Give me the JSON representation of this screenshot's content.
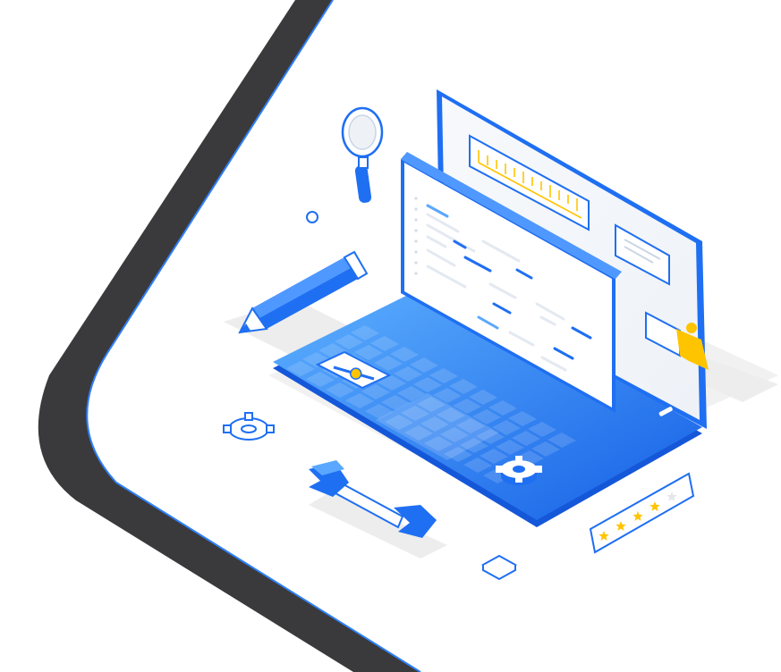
{
  "illustration": {
    "colors": {
      "band_dark": "#3a3a3c",
      "band_edge": "#2f80ff",
      "blue_primary": "#1f6ff2",
      "blue_light": "#5aa7ff",
      "blue_pale": "#e8f1ff",
      "yellow": "#ffc400",
      "shadow": "#ececec",
      "outline": "#1f6ff2",
      "white": "#ffffff"
    },
    "rating": {
      "filled_stars": 4,
      "total_stars": 5
    },
    "slider_level": 0.55
  }
}
